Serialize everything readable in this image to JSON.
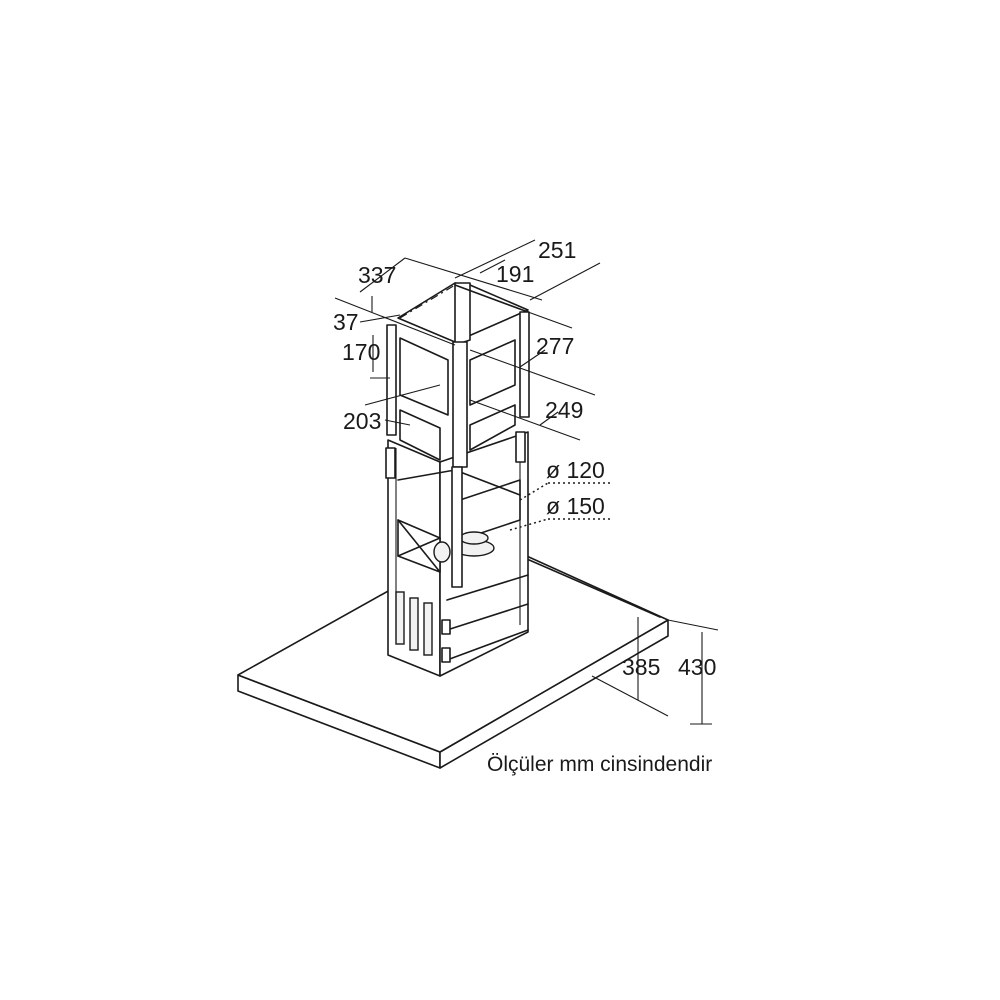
{
  "dimensions": {
    "top_width_outer": "251",
    "top_width_inner": "191",
    "top_depth": "337",
    "bracket_offset": "37",
    "bracket_height": "170",
    "bracket_depth": "203",
    "frame_width": "277",
    "frame_inner_width": "249",
    "duct_small": "ø 120",
    "duct_large": "ø 150",
    "hood_height_min": "385",
    "hood_height_max": "430"
  },
  "note": "Ölçüler mm cinsindendir"
}
